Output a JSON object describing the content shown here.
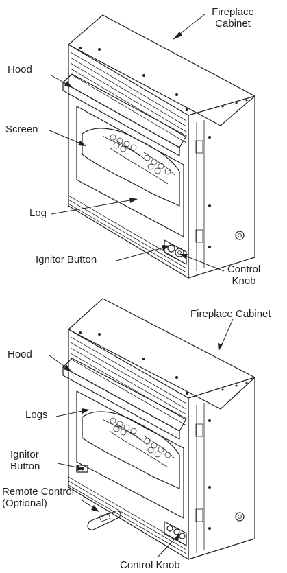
{
  "figures": [
    {
      "id": "manual-ignition",
      "labels": {
        "cabinet": [
          "Fireplace",
          "Cabinet"
        ],
        "hood": "Hood",
        "screen": "Screen",
        "log": "Log",
        "ignitor": "Ignitor Button",
        "control_knob": [
          "Control",
          "Knob"
        ]
      }
    },
    {
      "id": "remote-ready",
      "labels": {
        "cabinet": "Fireplace Cabinet",
        "hood": "Hood",
        "logs": "Logs",
        "ignitor": [
          "Ignitor",
          "Button"
        ],
        "remote": [
          "Remote Control",
          "(Optional)"
        ],
        "control_knob": "Control Knob"
      }
    }
  ],
  "colors": {
    "line": "#231f20",
    "glass": "#c8c8c8",
    "log_fill": "#d9d9d9",
    "metal": "#ffffff"
  }
}
